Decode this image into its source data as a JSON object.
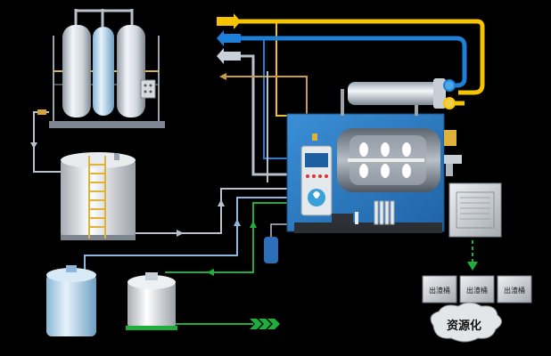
{
  "bins": {
    "label_1": "出渣桶",
    "label_2": "出渣桶",
    "label_3": "出渣桶"
  },
  "output_bubble": {
    "label": "资源化"
  },
  "colors": {
    "background": "#000000",
    "pipe_yellow": "#f5c400",
    "pipe_blue": "#1e7fd8",
    "pipe_grey": "#b9c2cc",
    "pipe_tan": "#c99a4a",
    "pipe_light_blue": "#8fb7dd",
    "pipe_green": "#1fae3b",
    "machine_blue": "#2a7cc4"
  }
}
